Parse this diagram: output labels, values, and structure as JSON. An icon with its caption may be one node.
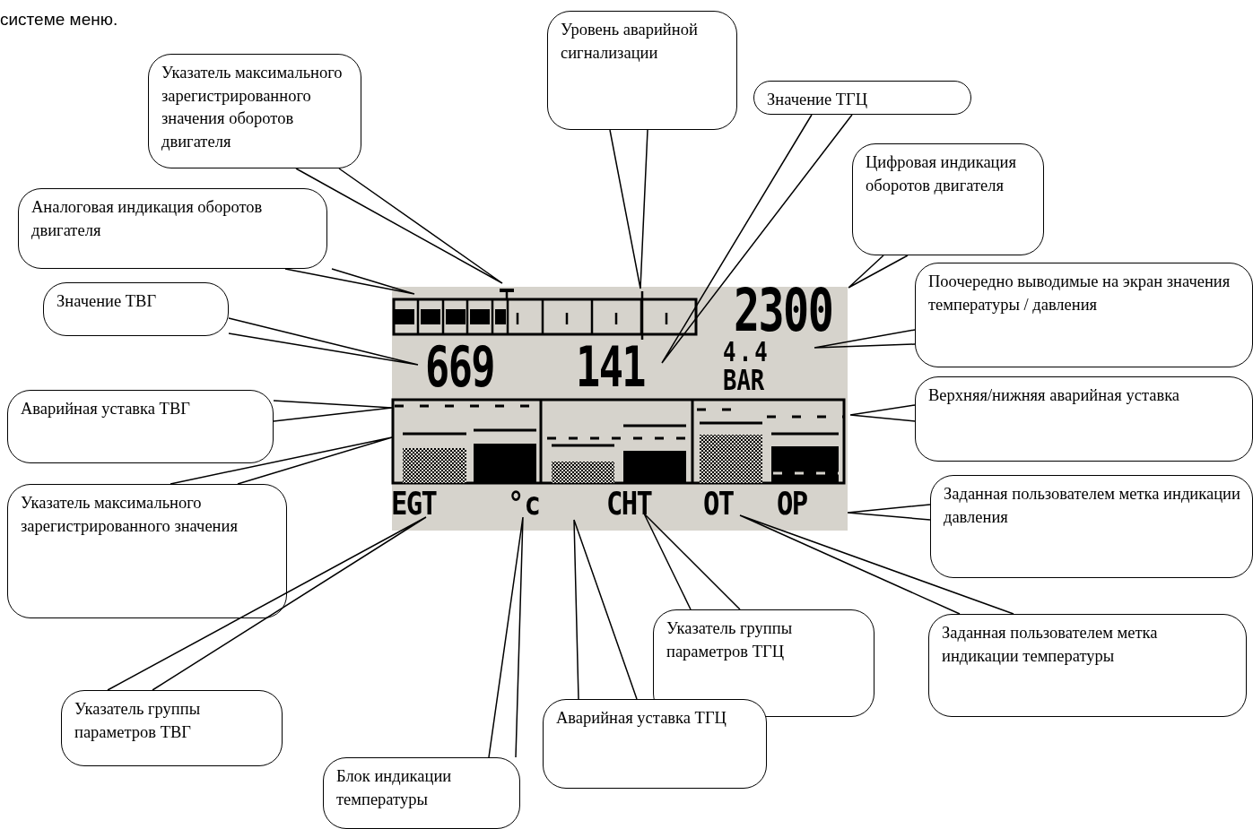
{
  "diagram": {
    "nodes": [
      {
        "text": [
          "Уровень аварийной сигнализации"
        ]
      },
      {
        "text": [
          "Указатель максимального зарегистрированного значения оборотов двигателя"
        ]
      },
      {
        "text": [
          "Значение ТГЦ"
        ]
      },
      {
        "text": [
          "Цифровая индикация оборотов двигателя"
        ]
      },
      {
        "text": [
          "Аналоговая индикация оборотов двигателя"
        ]
      },
      {
        "text": [
          "Поочередно выводимые на экран значения температуры / давления"
        ]
      },
      {
        "text": [
          "Значение ТВГ"
        ]
      },
      {
        "text": [
          "Верхняя/нижняя аварийная уставка"
        ]
      },
      {
        "text": [
          "Аварийная уставка ТВГ"
        ]
      },
      {
        "text": [
          "Заданная пользователем метка индикации давления"
        ]
      },
      {
        "text": [
          "Указатель максимального зарегистрированного значения"
        ]
      },
      {
        "text": [
          "Указатель группы параметров ТГЦ"
        ]
      },
      {
        "text": [
          "Заданная пользователем метка индикации температуры"
        ]
      },
      {
        "text": [
          "Указатель группы параметров ТВГ"
        ]
      },
      {
        "text": [
          "Аварийная уставка ТГЦ"
        ]
      },
      {
        "text": [
          "Блок индикации температуры"
        ]
      }
    ],
    "edges": [
      {
        "from": 0,
        "to": null,
        "arrow": "none"
      },
      {
        "from": 1,
        "to": null,
        "arrow": "none"
      },
      {
        "from": 2,
        "to": null,
        "arrow": "none"
      },
      {
        "from": 3,
        "to": null,
        "arrow": "none"
      },
      {
        "from": 4,
        "to": null,
        "arrow": "none"
      },
      {
        "from": 5,
        "to": null,
        "arrow": "none"
      },
      {
        "from": 6,
        "to": null,
        "arrow": "none"
      },
      {
        "from": 7,
        "to": null,
        "arrow": "none"
      },
      {
        "from": 8,
        "to": null,
        "arrow": "none"
      },
      {
        "from": 9,
        "to": null,
        "arrow": "none"
      },
      {
        "from": 10,
        "to": null,
        "arrow": "none"
      },
      {
        "from": 11,
        "to": null,
        "arrow": "none"
      },
      {
        "from": 12,
        "to": null,
        "arrow": "none"
      },
      {
        "from": 13,
        "to": null,
        "arrow": "none"
      },
      {
        "from": 14,
        "to": null,
        "arrow": "none"
      },
      {
        "from": 15,
        "to": null,
        "arrow": "none"
      }
    ],
    "labels": [
      "системе меню.",
      "2300",
      "669",
      "141",
      "4.4",
      "BAR",
      "EGT",
      "°c",
      "CHT",
      "OT",
      "OP"
    ]
  }
}
